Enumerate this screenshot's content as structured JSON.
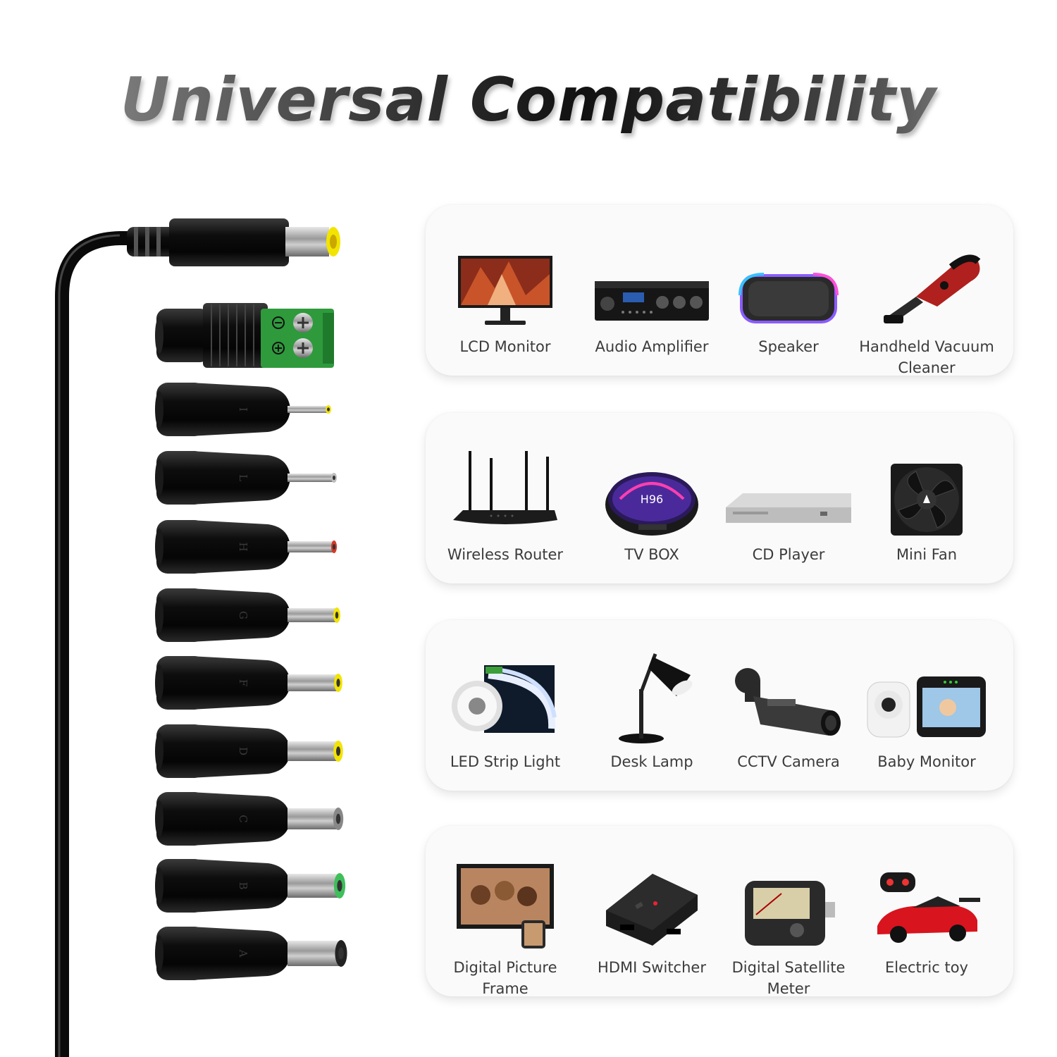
{
  "title": "Universal Compatibility",
  "tips": [
    "I",
    "L",
    "H",
    "G",
    "F",
    "D",
    "C",
    "B",
    "A"
  ],
  "panels": [
    {
      "devices": [
        {
          "label": "LCD Monitor",
          "icon": "monitor-icon"
        },
        {
          "label": "Audio Amplifier",
          "icon": "amplifier-icon"
        },
        {
          "label": "Speaker",
          "icon": "speaker-icon"
        },
        {
          "label": "Handheld Vacuum Cleaner",
          "icon": "vacuum-icon"
        }
      ]
    },
    {
      "devices": [
        {
          "label": "Wireless Router",
          "icon": "router-icon"
        },
        {
          "label": "TV BOX",
          "icon": "tv-box-icon"
        },
        {
          "label": "CD Player",
          "icon": "cd-player-icon"
        },
        {
          "label": "Mini Fan",
          "icon": "fan-icon"
        }
      ]
    },
    {
      "devices": [
        {
          "label": "LED Strip Light",
          "icon": "led-strip-icon"
        },
        {
          "label": "Desk Lamp",
          "icon": "desk-lamp-icon"
        },
        {
          "label": "CCTV Camera",
          "icon": "cctv-camera-icon"
        },
        {
          "label": "Baby Monitor",
          "icon": "baby-monitor-icon"
        }
      ]
    },
    {
      "devices": [
        {
          "label": "Digital Picture Frame",
          "icon": "picture-frame-icon"
        },
        {
          "label": "HDMI Switcher",
          "icon": "hdmi-switcher-icon"
        },
        {
          "label": "Digital Satellite Meter",
          "icon": "satellite-meter-icon"
        },
        {
          "label": "Electric toy",
          "icon": "toy-car-icon"
        }
      ]
    }
  ],
  "colors": {
    "tip_yellow": "#f2e400",
    "tip_red": "#d23a2a",
    "tip_green": "#3fbf5a",
    "terminal_green": "#2e9a3c"
  }
}
